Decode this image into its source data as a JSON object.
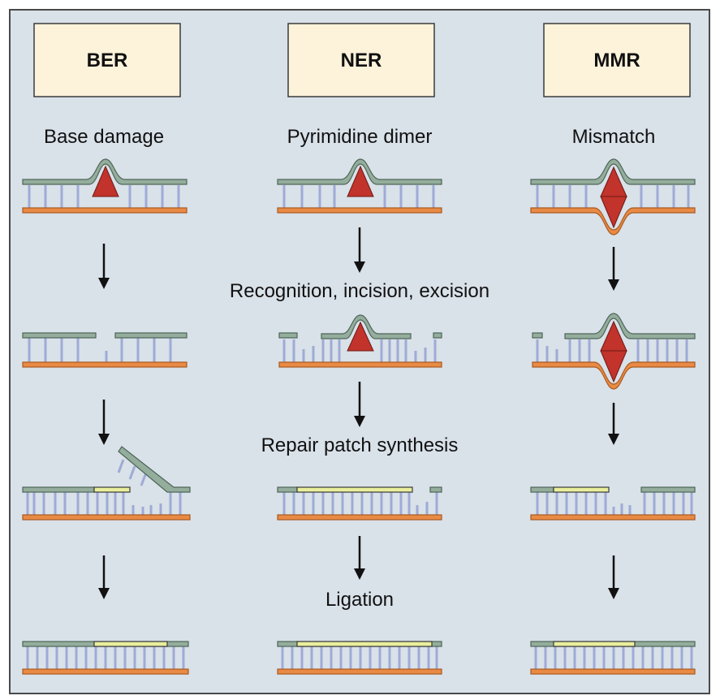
{
  "columns": [
    {
      "header": "BER",
      "label": "Base damage"
    },
    {
      "header": "NER",
      "label": "Pyrimidine dimer"
    },
    {
      "header": "MMR",
      "label": "Mismatch"
    }
  ],
  "steps": [
    "Recognition, incision, excision",
    "Repair patch synthesis",
    "Ligation"
  ],
  "colors": {
    "background": "#d9e1e9",
    "header_box": "#fcf3da",
    "template_strand": "#94ad9c",
    "complementary_strand": "#e98a45",
    "repair_patch": "#e9ee9c",
    "base_pairs": "#9fabd6",
    "lesion": "#c1332b"
  }
}
